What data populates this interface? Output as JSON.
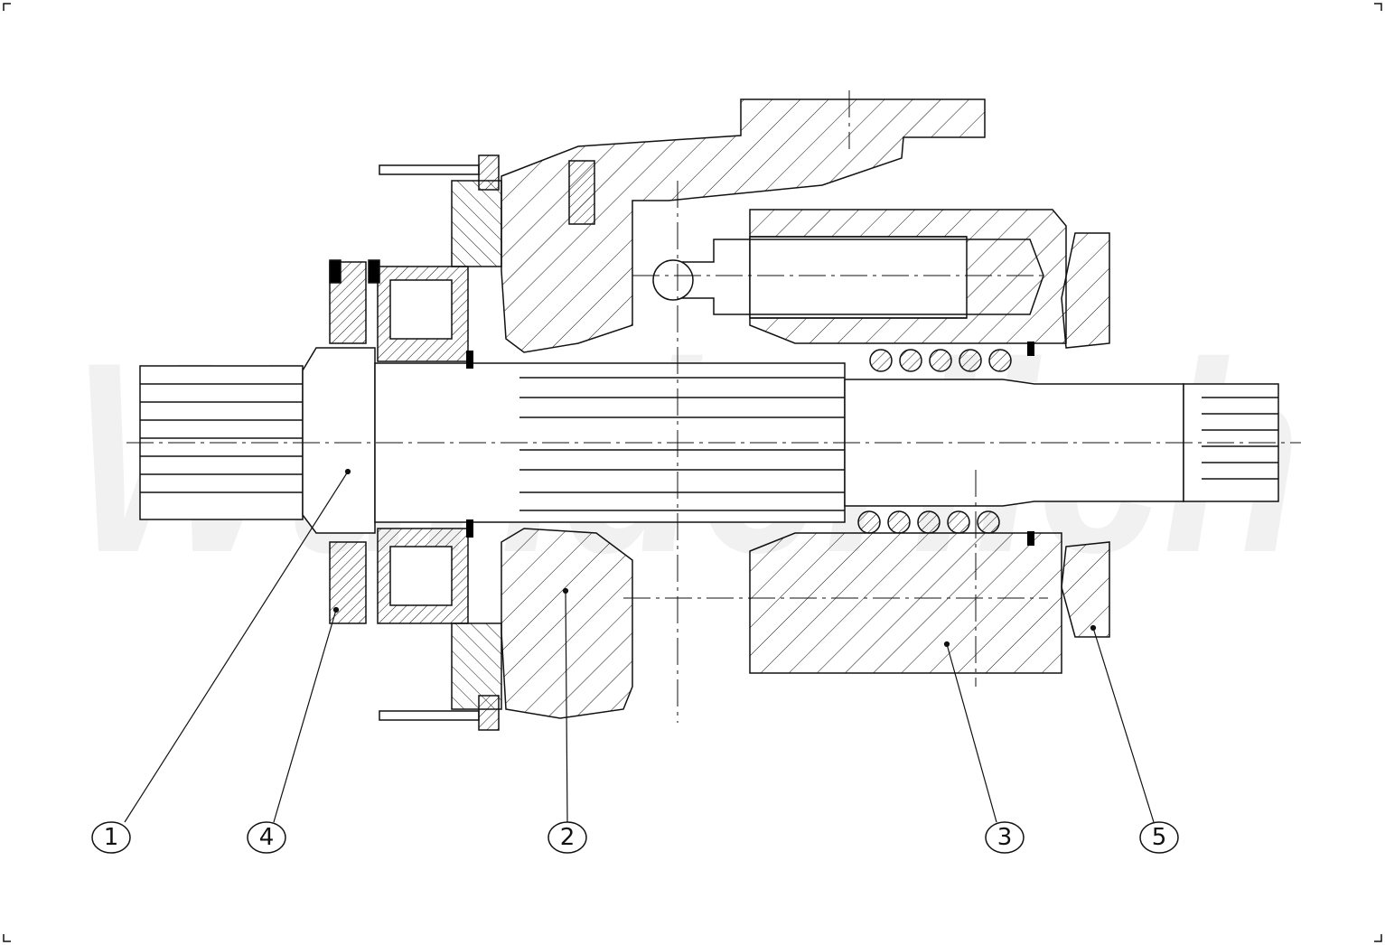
{
  "watermark": "Wünderlich",
  "callouts": [
    {
      "label": "1"
    },
    {
      "label": "4"
    },
    {
      "label": "2"
    },
    {
      "label": "3"
    },
    {
      "label": "5"
    }
  ],
  "colors": {
    "line": "#111111",
    "seal": "#000000",
    "watermark": "#f1f1f1",
    "background": "#ffffff"
  }
}
